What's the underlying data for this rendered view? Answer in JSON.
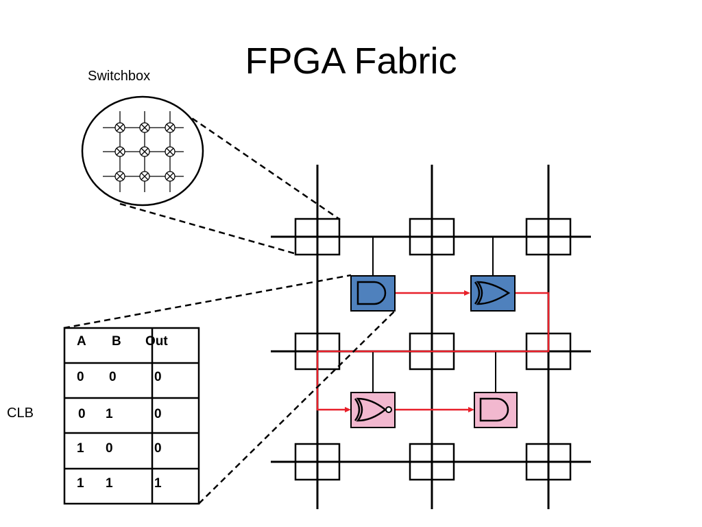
{
  "title": "FPGA Fabric",
  "switchbox_label": "Switchbox",
  "clb_label": "CLB",
  "truth_table": {
    "headers": {
      "a": "A",
      "b": "B",
      "out": "Out"
    },
    "rows": [
      {
        "a": "0",
        "b": "0",
        "out": "0"
      },
      {
        "a": "0",
        "b": "1",
        "out": "0"
      },
      {
        "a": "1",
        "b": "0",
        "out": "0"
      },
      {
        "a": "1",
        "b": "1",
        "out": "1"
      }
    ]
  },
  "colors": {
    "clb_blue": "#4f81bd",
    "clb_pink": "#f2b8cf",
    "route_red": "#e8202a",
    "wire": "#000000"
  },
  "gates": [
    {
      "id": "top-left",
      "type": "and",
      "color": "clb_blue"
    },
    {
      "id": "top-right",
      "type": "or",
      "color": "clb_blue"
    },
    {
      "id": "bottom-left",
      "type": "nor",
      "color": "clb_pink"
    },
    {
      "id": "bottom-right",
      "type": "and",
      "color": "clb_pink"
    }
  ]
}
